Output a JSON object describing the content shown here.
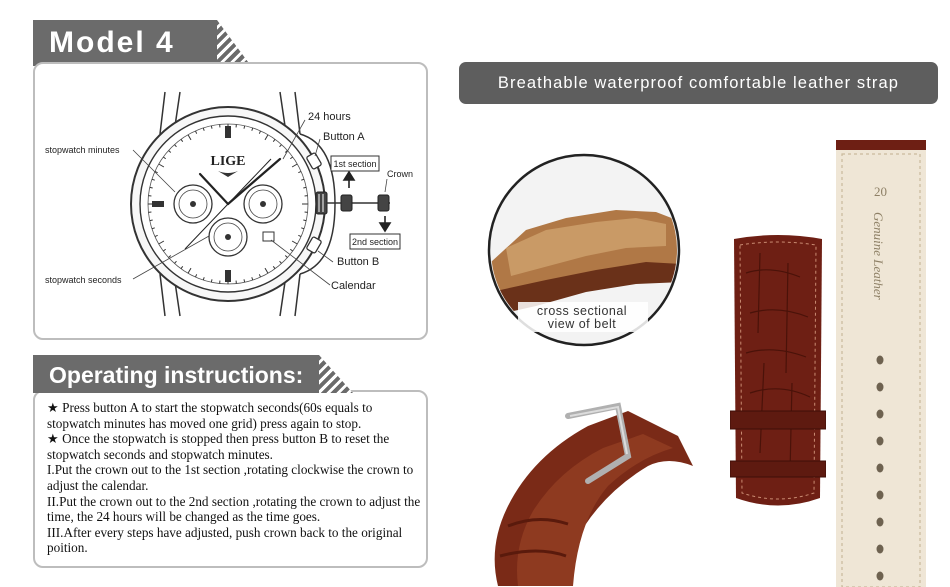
{
  "banners": {
    "model": "Model 4",
    "operating": "Operating instructions:"
  },
  "diagram": {
    "labels": {
      "hours24": "24 hours",
      "button_a": "Button A",
      "first_section": "1st section",
      "crown": "Crown",
      "second_section": "2nd section",
      "button_b": "Button B",
      "calendar": "Calendar",
      "sw_minutes": "stopwatch minutes",
      "sw_seconds": "stopwatch seconds",
      "brand": "LIGE"
    }
  },
  "strap_title": "Breathable waterproof comfortable leather strap",
  "belt_caption": {
    "line1": "cross sectional",
    "line2": "view of belt"
  },
  "instructions": [
    "★ Press button A to start the stopwatch seconds(60s equals to stopwatch minutes has moved one grid) press again to stop.",
    "★ Once the stopwatch is stopped then press button B to reset the stopwatch seconds and stopwatch minutes.",
    "I.Put the crown out to the 1st section ,rotating clockwise the crown to adjust the calendar.",
    "II.Put the crown out to the 2nd section ,rotating the crown to adjust the time,   the 24 hours will be changed as the time goes.",
    "III.After every steps have adjusted, push  crown back to the original poition."
  ],
  "strap_back_text": {
    "size": "20",
    "stamp": "Genuine Leather"
  },
  "colors": {
    "banner": "#6b6b6b",
    "pill": "#5e5e5e",
    "leather": "#6e1f14",
    "leather_back": "#efe6d6"
  }
}
